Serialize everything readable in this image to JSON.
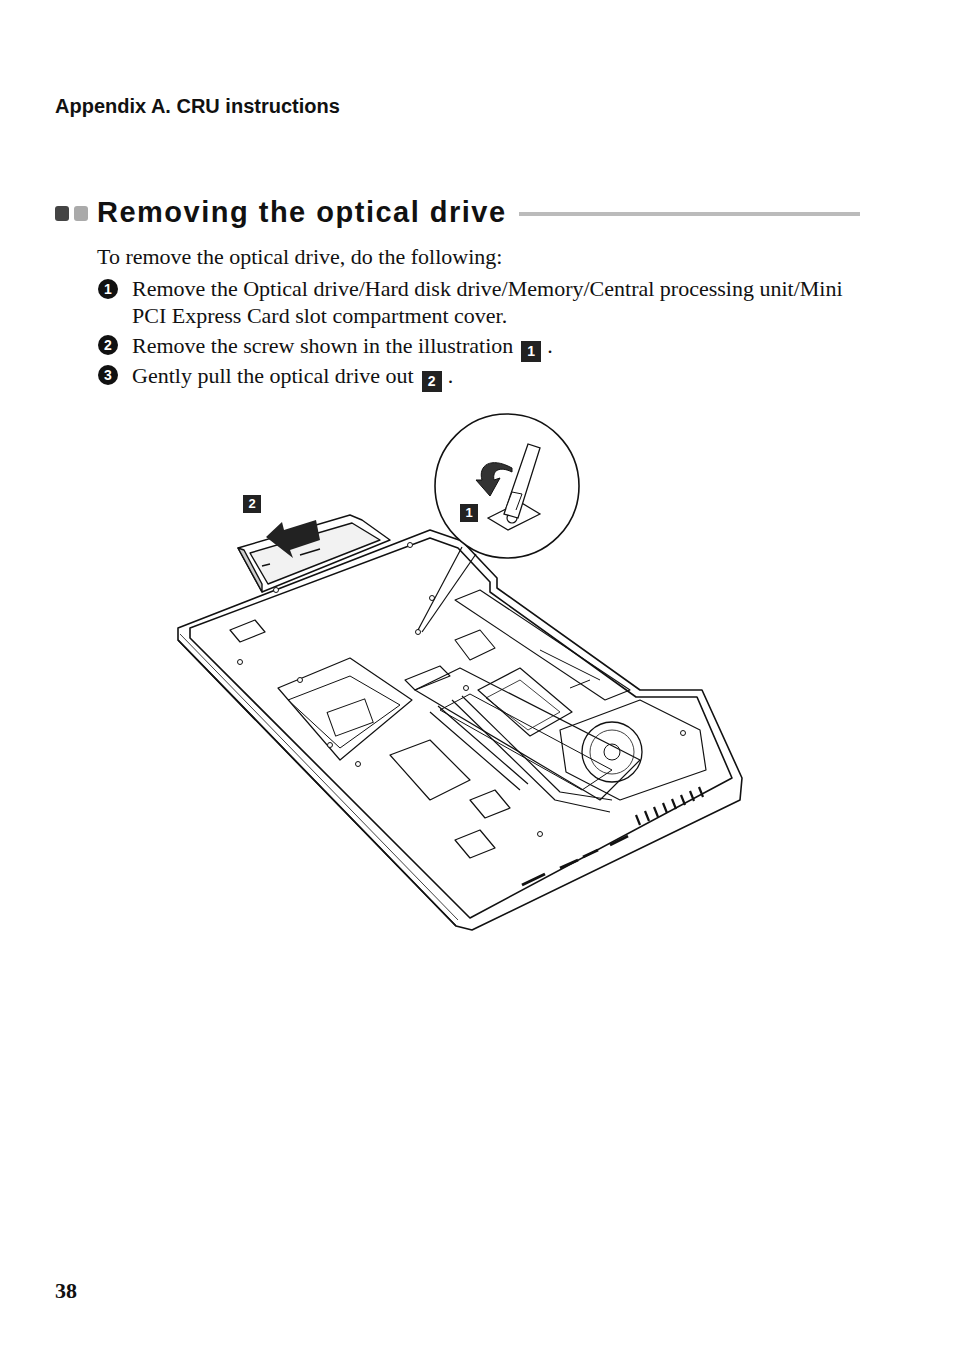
{
  "diagram": {
    "title": "Removing the optical drive",
    "labels": [
      "Appendix A. CRU instructions",
      "To remove the optical drive, do the following:",
      "1",
      "Remove the Optical drive/Hard disk drive/Memory/Central processing unit/Mini PCI Express Card slot compartment cover.",
      "2",
      "Remove the screw shown in the illustration",
      "1",
      ".",
      "3",
      "Gently pull the optical drive out",
      "2",
      ".",
      "2",
      "1",
      "38"
    ]
  }
}
